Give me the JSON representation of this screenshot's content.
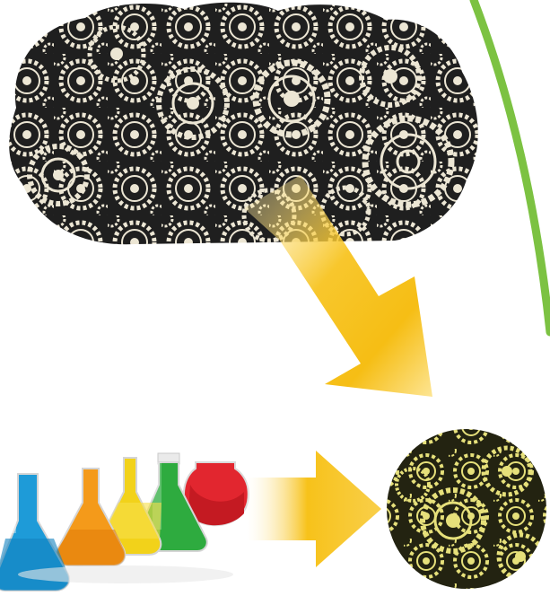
{
  "scene": {
    "elements": [
      {
        "name": "gear-brain",
        "icon": "brain-of-gears-icon"
      },
      {
        "name": "diagonal-arrow",
        "icon": "arrow-down-right-icon"
      },
      {
        "name": "lab-flasks",
        "icon": "erlenmeyer-flasks-icon"
      },
      {
        "name": "horizontal-arrow",
        "icon": "arrow-right-icon"
      },
      {
        "name": "gear-circle",
        "icon": "gears-circle-icon"
      },
      {
        "name": "green-arc",
        "icon": "curved-line"
      }
    ]
  },
  "colors": {
    "background": "#ffffff",
    "gear_dark": "#1f1f1f",
    "gear_light": "#ece6d4",
    "arrow_gold": "#f5b800",
    "arrow_light": "#fde9a0",
    "green_arc": "#7cc242",
    "gear_yellow": "#e6e07a",
    "flask_blue": "#1e9bd8",
    "flask_orange": "#f49a1a",
    "flask_yellow": "#f2d21a",
    "flask_green": "#2eab3f",
    "flask_red": "#e2262f"
  }
}
